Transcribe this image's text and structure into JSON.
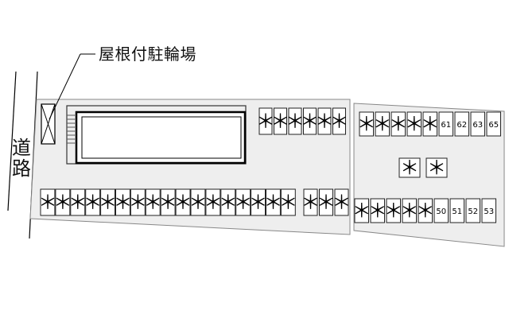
{
  "legend": {
    "roofed_parking_label": "屋根付駐輪場"
  },
  "road_label": {
    "char1": "道",
    "char2": "路"
  },
  "occupied_mark": "＊",
  "parking_rows": {
    "lot_top": [
      "＊",
      "＊",
      "＊",
      "＊",
      "＊",
      "＊"
    ],
    "lot_bottom_left": [
      "＊",
      "＊",
      "＊",
      "＊",
      "＊",
      "＊",
      "＊",
      "＊",
      "＊",
      "＊",
      "＊",
      "＊",
      "＊",
      "＊",
      "＊",
      "＊",
      "＊"
    ],
    "lot_bottom_mid": [
      "＊",
      "＊",
      "＊"
    ],
    "annex_top": [
      "＊",
      "＊",
      "＊",
      "＊",
      "＊",
      "61",
      "62",
      "63",
      "65"
    ],
    "annex_middle": [
      "＊",
      "＊"
    ],
    "annex_bottom": [
      "＊",
      "＊",
      "＊",
      "＊",
      "＊",
      "50",
      "51",
      "52",
      "53"
    ]
  }
}
